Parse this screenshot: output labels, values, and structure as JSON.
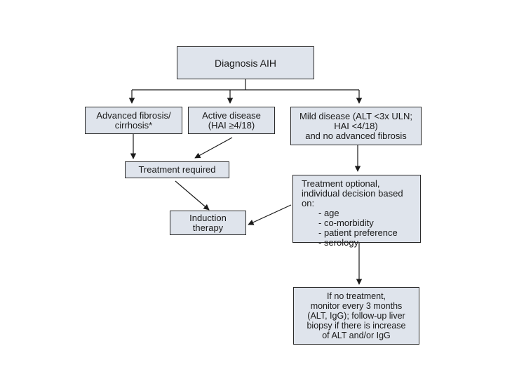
{
  "diagram": {
    "nodes": {
      "diagnosis": {
        "lines": [
          "Diagnosis AIH"
        ]
      },
      "advanced_fibrosis": {
        "lines": [
          "Advanced fibrosis/",
          "cirrhosis*"
        ]
      },
      "active_disease": {
        "lines": [
          "Active disease",
          "(HAI ≥4/18)"
        ]
      },
      "mild_disease": {
        "lines": [
          "Mild disease (ALT <3x ULN;",
          "HAI <4/18)",
          "and no advanced fibrosis"
        ]
      },
      "treatment_required": {
        "lines": [
          "Treatment required"
        ]
      },
      "treatment_optional": {
        "lines": [
          "Treatment optional,",
          "individual decision based",
          "on:",
          "- age",
          "- co-morbidity",
          "- patient preference",
          "- serology"
        ]
      },
      "induction_therapy": {
        "lines": [
          "Induction",
          "therapy"
        ]
      },
      "no_treatment": {
        "lines": [
          "If no treatment,",
          "monitor every 3 months",
          "(ALT, IgG); follow-up liver",
          "biopsy if there is increase",
          "of ALT and/or IgG"
        ]
      }
    },
    "edges": [
      {
        "from": "diagnosis",
        "to": "advanced_fibrosis"
      },
      {
        "from": "diagnosis",
        "to": "active_disease"
      },
      {
        "from": "diagnosis",
        "to": "mild_disease"
      },
      {
        "from": "advanced_fibrosis",
        "to": "treatment_required"
      },
      {
        "from": "active_disease",
        "to": "treatment_required"
      },
      {
        "from": "mild_disease",
        "to": "treatment_optional"
      },
      {
        "from": "treatment_required",
        "to": "induction_therapy"
      },
      {
        "from": "treatment_optional",
        "to": "induction_therapy"
      },
      {
        "from": "treatment_optional",
        "to": "no_treatment"
      }
    ],
    "colors": {
      "box_fill": "#dfe4ec",
      "box_border": "#2a2a2a",
      "arrow": "#1a1a1a"
    }
  }
}
